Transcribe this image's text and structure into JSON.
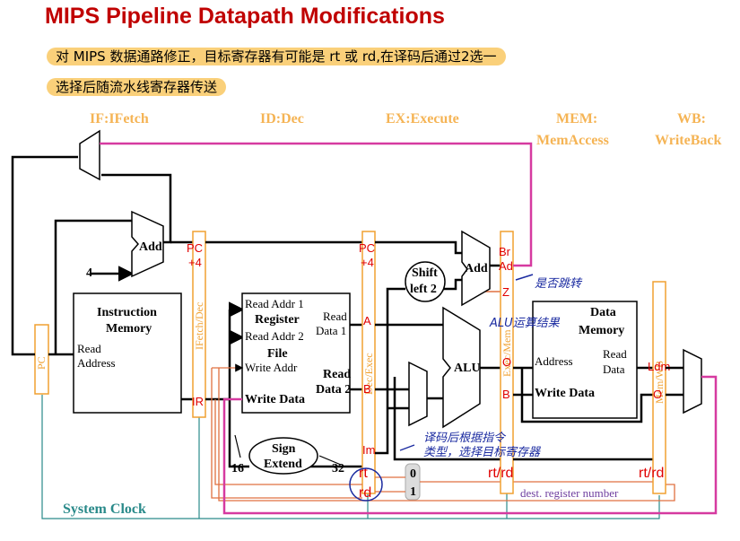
{
  "title": "MIPS Pipeline Datapath Modifications",
  "notes": [
    "对 MIPS 数据通路修正，目标寄存器有可能是 rt 或 rd,在译码后通过2选一",
    "选择后随流水线寄存器传送"
  ],
  "stages": {
    "if": "IF:IFetch",
    "id": "ID:Dec",
    "ex": "EX:Execute",
    "mem_1": "MEM:",
    "mem_2": "MemAccess",
    "wb_1": "WB:",
    "wb_2": "WriteBack"
  },
  "pipeline_registers": {
    "pc": "PC",
    "ifid": "IFetch/Dec",
    "idex": "Dec/Exec",
    "exmem": "Exec/Mem",
    "memwb": "Mem/WB"
  },
  "blocks": {
    "add1": "Add",
    "four": "4",
    "imem_1": "Instruction",
    "imem_2": "Memory",
    "imem_read_1": "Read",
    "imem_read_2": "Address",
    "regfile_read_addr1": "Read Addr 1",
    "regfile_title_1": "Register",
    "regfile_title_2": "File",
    "regfile_read_addr2": "Read Addr 2",
    "regfile_write_addr": "Write Addr",
    "regfile_write_data": "Write Data",
    "regfile_read_data1_1": "Read",
    "regfile_read_data1_2": "Data 1",
    "regfile_read_data2_1": "Read",
    "regfile_read_data2_2": "Data 2",
    "shift_1": "Shift",
    "shift_2": "left 2",
    "add2": "Add",
    "alu": "ALU",
    "dmem_1": "Data",
    "dmem_2": "Memory",
    "dmem_address": "Address",
    "dmem_read_1": "Read",
    "dmem_read_2": "Data",
    "dmem_write": "Write Data",
    "sign_1": "Sign",
    "sign_2": "Extend",
    "bits16": "16",
    "bits32": "32",
    "mux_0": "0",
    "mux_1": "1"
  },
  "signals": {
    "pc4_a": "PC",
    "pc4_b": "+4",
    "pc4_c": "PC",
    "pc4_d": "+4",
    "ir": "IR",
    "a": "A",
    "b": "B",
    "imm": "Im",
    "br_1": "Br",
    "br_2": "Ad",
    "z": "Z",
    "o": "O",
    "b2": "B",
    "ldm": "Ldm",
    "o2": "O",
    "rt": "rt",
    "rd": "rd",
    "rtrd_1": "rt/rd",
    "rtrd_2": "rt/rd",
    "dest": "dest. register number",
    "clock": "System Clock"
  },
  "annotations": {
    "h1": "是否跳转",
    "h2": "ALU运算结果",
    "h3_1": "译码后根据指令",
    "h3_2": "类型，选择目标寄存器"
  },
  "colors": {
    "title": "#c00000",
    "stage_labels": "#f5b455",
    "pipeline_register": "#f0a030",
    "write_back_path": "#d63aa0",
    "clock_line": "#2a8a8a",
    "dest_path": "#e07040",
    "handwriting": "#1a2aa0"
  }
}
